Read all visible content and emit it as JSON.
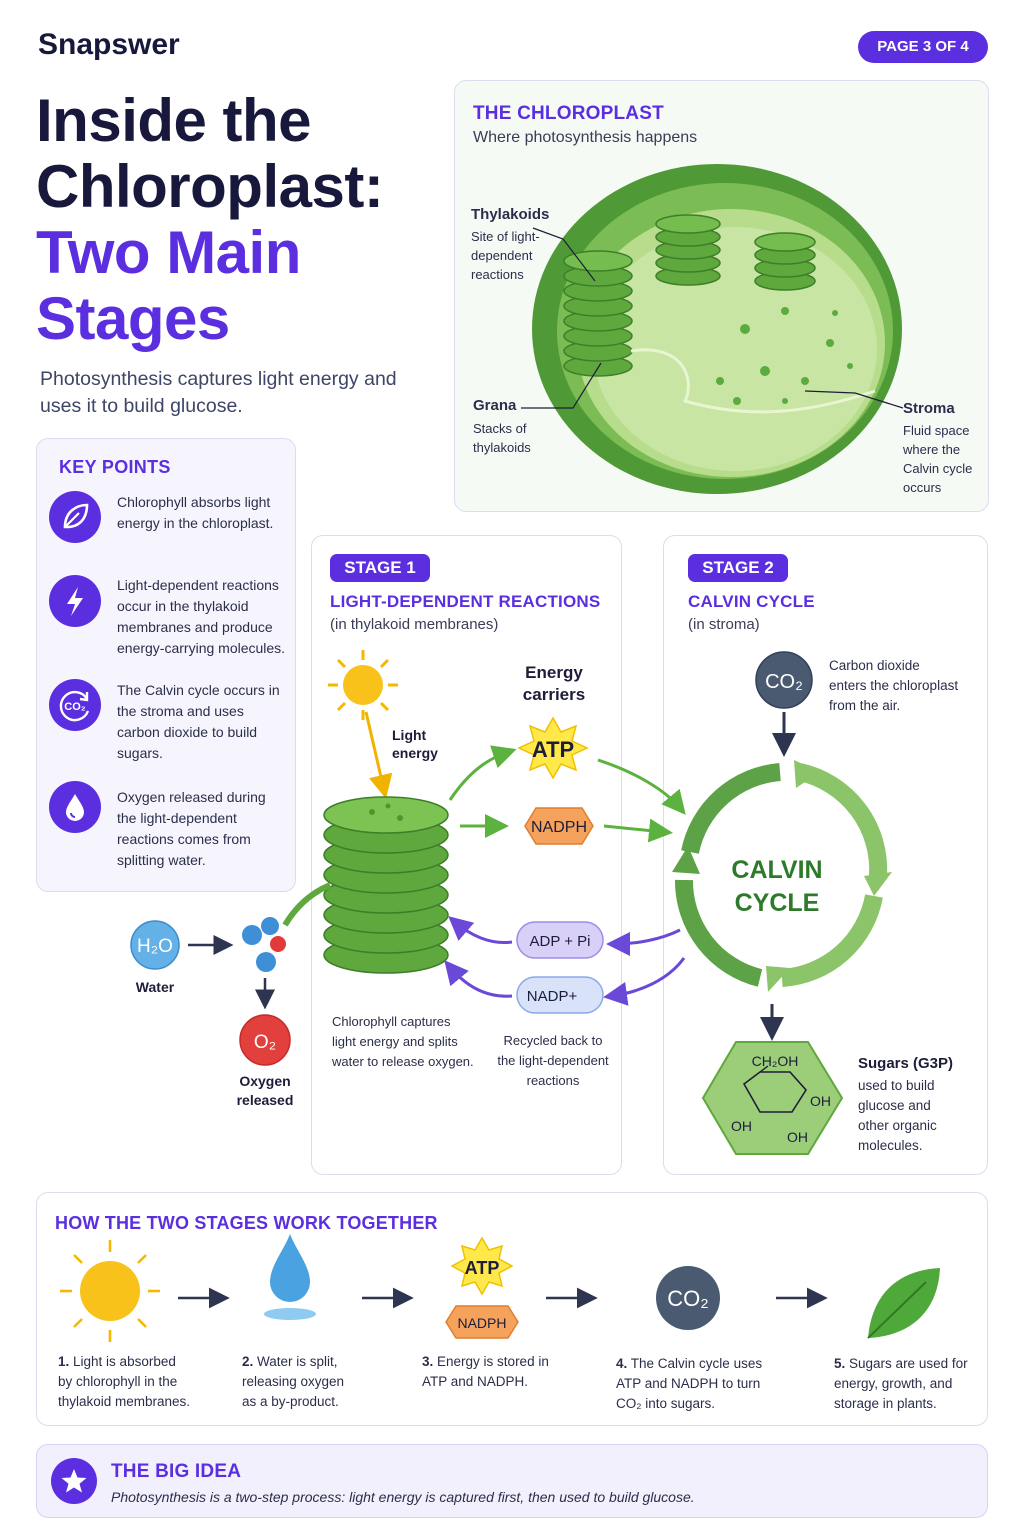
{
  "brand": "Snapswer",
  "page_badge": "PAGE 3 OF 4",
  "title": {
    "line1": "Inside the",
    "line2": "Chloroplast:",
    "line3": "Two Main",
    "line4": "Stages"
  },
  "intro": "Photosynthesis captures light energy and uses it to build glucose.",
  "colors": {
    "accent": "#5b2fe0",
    "green": "#3f8f33",
    "ink": "#17183b"
  },
  "key_points": {
    "title": "KEY POINTS",
    "items": [
      {
        "icon": "leaf-icon",
        "text": "Chlorophyll absorbs light energy in the chloroplast."
      },
      {
        "icon": "lightning-icon",
        "text": "Light-dependent reactions occur in the thylakoid membranes and produce energy-carrying molecules."
      },
      {
        "icon": "co2-cycle-icon",
        "icon_text": "CO₂",
        "text": "The Calvin cycle occurs in the stroma and uses carbon dioxide to build sugars."
      },
      {
        "icon": "water-drop-icon",
        "text": "Oxygen released during the light-dependent reactions comes from splitting water."
      }
    ]
  },
  "chloroplast": {
    "title": "THE CHLOROPLAST",
    "subtitle": "Where photosynthesis happens",
    "thylakoids_label": "Thylakoids",
    "thylakoids_desc": [
      "Site of light-",
      "dependent",
      "reactions"
    ],
    "grana_label": "Grana",
    "grana_desc": [
      "Stacks of",
      "thylakoids"
    ],
    "stroma_label": "Stroma",
    "stroma_desc": [
      "Fluid space",
      "where the",
      "Calvin cycle",
      "occurs"
    ]
  },
  "stage1": {
    "badge": "STAGE 1",
    "title": "LIGHT-DEPENDENT REACTIONS",
    "subtitle": "(in thylakoid membranes)",
    "light_label": [
      "Light",
      "energy"
    ],
    "carriers_label": [
      "Energy",
      "carriers"
    ],
    "atp": "ATP",
    "nadph": "NADPH",
    "adp": "ADP + Pi",
    "nadp": "NADP+",
    "water_formula": "H₂O",
    "water_label": "Water",
    "oxygen_formula": "O₂",
    "oxygen_label": [
      "Oxygen",
      "released"
    ],
    "chlorophyll_caption": [
      "Chlorophyll captures",
      "light energy and splits",
      "water to release oxygen."
    ],
    "recycled_caption": [
      "Recycled back to",
      "the light-dependent",
      "reactions"
    ]
  },
  "stage2": {
    "badge": "STAGE 2",
    "title": "CALVIN CYCLE",
    "subtitle": "(in stroma)",
    "co2_formula": "CO₂",
    "co2_caption": [
      "Carbon dioxide",
      "enters the chloroplast",
      "from the air."
    ],
    "cycle_label": [
      "CALVIN",
      "CYCLE"
    ],
    "sugar_title": "Sugars (G3P)",
    "sugar_desc": [
      "used to build",
      "glucose and",
      "other organic",
      "molecules."
    ],
    "glucose_labels": {
      "ch2oh": "CH₂OH",
      "oh1": "OH",
      "oh2": "OH",
      "oh3": "OH"
    }
  },
  "together": {
    "title": "HOW THE TWO STAGES WORK TOGETHER",
    "atp": "ATP",
    "nadph": "NADPH",
    "co2": "CO₂",
    "steps": [
      {
        "num": "1.",
        "lines": [
          "Light is absorbed",
          "by chlorophyll in the",
          "thylakoid membranes."
        ]
      },
      {
        "num": "2.",
        "lines": [
          "Water is split,",
          "releasing oxygen",
          "as a by-product."
        ]
      },
      {
        "num": "3.",
        "lines": [
          "Energy is stored in",
          "ATP and NADPH."
        ]
      },
      {
        "num": "4.",
        "lines": [
          "The Calvin cycle uses",
          "ATP and NADPH to turn",
          "CO₂ into sugars."
        ]
      },
      {
        "num": "5.",
        "lines": [
          "Sugars are used for",
          "energy, growth, and",
          "storage in plants."
        ]
      }
    ]
  },
  "big_idea": {
    "title": "THE BIG IDEA",
    "text": "Photosynthesis is a two-step process: light energy is captured first, then used to build glucose."
  }
}
